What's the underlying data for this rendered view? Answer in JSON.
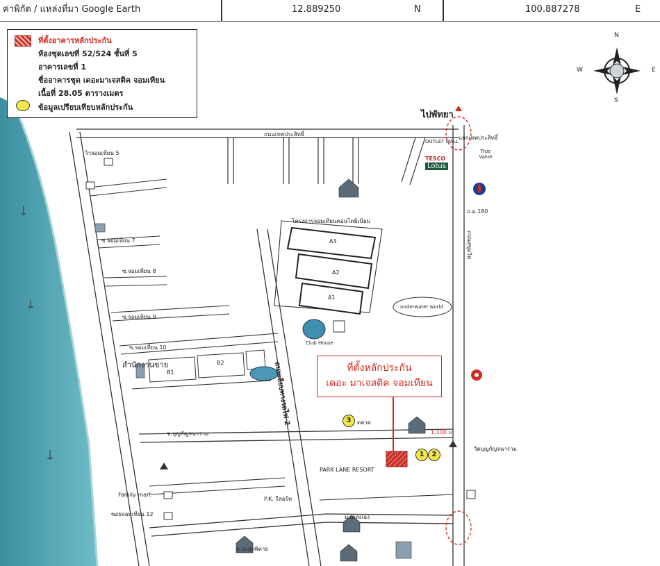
{
  "header": {
    "source_label": "ค่าพิกัด / แหล่งที่มา Google Earth",
    "latitude": "12.889250",
    "lat_dir": "N",
    "longitude": "100.887278",
    "lon_dir": "E"
  },
  "legend": {
    "subject_title": "ที่ตั้งอาคารหลักประกัน",
    "unit_line": "ห้องชุดเลขที่ 52/524 ชั้นที่ 5",
    "building_line": "อาคารเลขที่ 1",
    "condo_line": "ชื่ออาคารชุด เดอะมาเจสติค จอมเทียน",
    "area_line": "เนื้อที่ 28.05 ตารางเมตร",
    "comparable_label": "ข้อมูลเปรียบเทียบหลักประกัน"
  },
  "compass": {
    "n": "N",
    "s": "S",
    "e": "E",
    "w": "W"
  },
  "callout": {
    "line1": "ที่ตั้งหลักประกัน",
    "line2": "เดอะ มาเจสติค จอมเทียน"
  },
  "markers": {
    "m1": "1",
    "m2": "2",
    "m3": "3"
  },
  "labels": {
    "to_pattaya": "ไปพัทยา",
    "road_top": "ถนนเทพประสิทธิ์",
    "road_mid": "ซ.บุญกัญจนาราม",
    "road_bottom": "ถ.ปะยุกพิตาธ",
    "thappraya_road": "ถนนเลียบทางรถไฟ 2",
    "sukhumvit": "ถนนสุขุมวิท",
    "a3": "A3",
    "a2": "A2",
    "a1": "A1",
    "b1": "B1",
    "b2": "B2",
    "uw": "underwater world",
    "club": "Club House",
    "outlet": "OUTLET MALL",
    "tesco1": "TESCO",
    "tesco2": "Lotus",
    "true": "True Value",
    "park": "PARK LANE RESORT",
    "family": "Family mart",
    "pk": "P.K. รีสอร์ท",
    "sales": "สำนักงานขาย",
    "ptt": "ถ.ม.180",
    "dist": "1,100 ม.",
    "jomtien7": "ซ.จอมเทียน 7",
    "jomtien8": "ซ.จอมเทียน 8",
    "jomtien9": "ซ.จอมเทียน 9",
    "jomtien10": "ซ.จอมเทียน 10",
    "jomtien12": "ซอยจอมเทียน 12",
    "jomtien5": "วิวจอมเทียน 5",
    "project": "โครงการจอมเทียนคอนโดมิเนียม",
    "temple": "วัดบุญกัญจนาราม",
    "market": "ตลาด",
    "school": "ม.เดสงเอง",
    "thep": "แยกเทพประสิทธิ์"
  }
}
